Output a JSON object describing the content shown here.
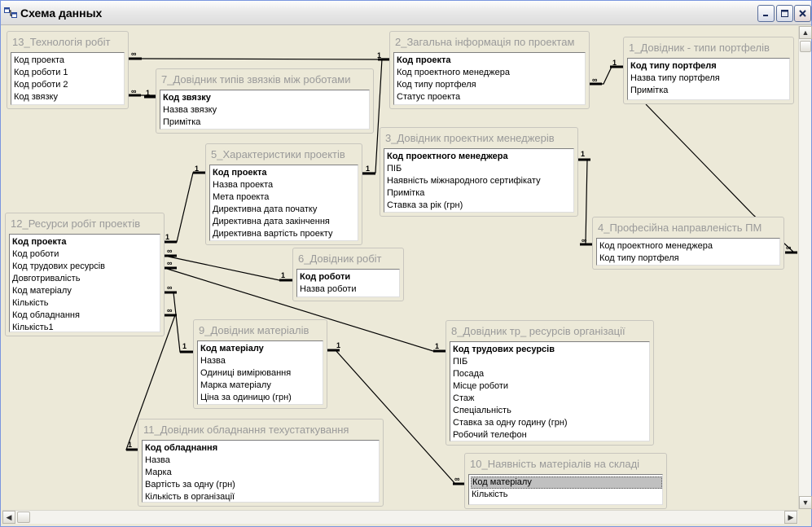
{
  "window": {
    "title": "Схема данных"
  },
  "tables": [
    {
      "id": "t13",
      "title": "13_Технологія робіт",
      "fields": [
        {
          "name": "Код проекта",
          "key": false
        },
        {
          "name": "Код роботи 1",
          "key": false
        },
        {
          "name": "Код роботи 2",
          "key": false
        },
        {
          "name": "Код звязку",
          "key": false
        }
      ]
    },
    {
      "id": "t2",
      "title": "2_Загальна інформація по проектам",
      "fields": [
        {
          "name": "Код проекта",
          "key": true
        },
        {
          "name": "Код проектного менеджера",
          "key": false
        },
        {
          "name": "Код типу портфеля",
          "key": false
        },
        {
          "name": "Статус проекта",
          "key": false
        }
      ]
    },
    {
      "id": "t1",
      "title": "1_Довідник - типи портфелів",
      "fields": [
        {
          "name": "Код типу портфеля",
          "key": true
        },
        {
          "name": "Назва типу портфеля",
          "key": false
        },
        {
          "name": "Примітка",
          "key": false
        }
      ]
    },
    {
      "id": "t7",
      "title": "7_Довідник типів звязків між роботами",
      "fields": [
        {
          "name": "Код звязку",
          "key": true
        },
        {
          "name": "Назва звязку",
          "key": false
        },
        {
          "name": "Примітка",
          "key": false
        }
      ]
    },
    {
      "id": "t3",
      "title": "3_Довідник проектних менеджерів",
      "fields": [
        {
          "name": "Код проектного менеджера",
          "key": true
        },
        {
          "name": "ПІБ",
          "key": false
        },
        {
          "name": "Наявність міжнародного сертифікату",
          "key": false
        },
        {
          "name": "Примітка",
          "key": false
        },
        {
          "name": "Ставка за рік (грн)",
          "key": false
        }
      ]
    },
    {
      "id": "t5",
      "title": "5_Характеристики проектів",
      "fields": [
        {
          "name": "Код проекта",
          "key": true
        },
        {
          "name": "Назва проекта",
          "key": false
        },
        {
          "name": "Мета проекта",
          "key": false
        },
        {
          "name": "Директивна дата початку",
          "key": false
        },
        {
          "name": "Директивна дата закінчення",
          "key": false
        },
        {
          "name": "Директивна вартість проекту",
          "key": false
        }
      ]
    },
    {
      "id": "t12",
      "title": "12_Ресурси робіт проектів",
      "fields": [
        {
          "name": "Код проекта",
          "key": true
        },
        {
          "name": "Код роботи",
          "key": false
        },
        {
          "name": "Код трудових ресурсів",
          "key": false
        },
        {
          "name": "Довготривалість",
          "key": false
        },
        {
          "name": "Код матеріалу",
          "key": false
        },
        {
          "name": "Кількість",
          "key": false
        },
        {
          "name": "Код обладнання",
          "key": false
        },
        {
          "name": "Кількість1",
          "key": false
        }
      ]
    },
    {
      "id": "t4",
      "title": "4_Професійна направленість ПМ",
      "fields": [
        {
          "name": "Код проектного менеджера",
          "key": false
        },
        {
          "name": "Код типу портфеля",
          "key": false
        }
      ]
    },
    {
      "id": "t6",
      "title": "6_Довідник робіт",
      "fields": [
        {
          "name": "Код роботи",
          "key": true
        },
        {
          "name": "Назва роботи",
          "key": false
        }
      ]
    },
    {
      "id": "t9",
      "title": "9_Довідник матеріалів",
      "fields": [
        {
          "name": "Код матеріалу",
          "key": true
        },
        {
          "name": "Назва",
          "key": false
        },
        {
          "name": "Одиниці вимірювання",
          "key": false
        },
        {
          "name": "Марка матеріалу",
          "key": false
        },
        {
          "name": "Ціна за одиницю (грн)",
          "key": false
        }
      ]
    },
    {
      "id": "t8",
      "title": "8_Довідник тр_ ресурсів організації",
      "fields": [
        {
          "name": "Код трудових ресурсів",
          "key": true
        },
        {
          "name": "ПІБ",
          "key": false
        },
        {
          "name": "Посада",
          "key": false
        },
        {
          "name": "Місце роботи",
          "key": false
        },
        {
          "name": "Стаж",
          "key": false
        },
        {
          "name": "Спеціальність",
          "key": false
        },
        {
          "name": "Ставка за одну годину (грн)",
          "key": false
        },
        {
          "name": "Робочий телефон",
          "key": false
        }
      ]
    },
    {
      "id": "t11",
      "title": "11_Довідник обладнання техустаткування",
      "fields": [
        {
          "name": "Код обладнання",
          "key": true
        },
        {
          "name": "Назва",
          "key": false
        },
        {
          "name": "Марка",
          "key": false
        },
        {
          "name": "Вартість за одну (грн)",
          "key": false
        },
        {
          "name": "Кількість в організації",
          "key": false
        }
      ]
    },
    {
      "id": "t10",
      "title": "10_Наявність матеріалів на складі",
      "fields": [
        {
          "name": "Код матеріалу",
          "key": false,
          "selected": true
        },
        {
          "name": "Кількість",
          "key": false
        }
      ]
    }
  ],
  "relationships": [
    {
      "from": "13_Технологія робіт",
      "to": "2_Загальна інформація по проектам",
      "many_label": "∞",
      "one_label": "1"
    },
    {
      "from": "13_Технологія робіт",
      "to": "7_Довідник типів звязків між роботами",
      "many_label": "∞",
      "one_label": "1"
    },
    {
      "from": "2_Загальна інформація по проектам",
      "to": "1_Довідник - типи портфелів",
      "many_label": "∞",
      "one_label": "1"
    },
    {
      "from": "2_Загальна інформація по проектам",
      "to": "5_Характеристики проектів",
      "many_label": "1",
      "one_label": "1"
    },
    {
      "from": "12_Ресурси робіт проектів",
      "to": "5_Характеристики проектів",
      "many_label": "1",
      "one_label": "1"
    },
    {
      "from": "12_Ресурси робіт проектів",
      "to": "6_Довідник робіт",
      "many_label": "∞",
      "one_label": "1"
    },
    {
      "from": "12_Ресурси робіт проектів",
      "to": "8_Довідник тр_ ресурсів організації",
      "many_label": "∞",
      "one_label": "1"
    },
    {
      "from": "12_Ресурси робіт проектів",
      "to": "9_Довідник матеріалів",
      "many_label": "∞",
      "one_label": "1"
    },
    {
      "from": "12_Ресурси робіт проектів",
      "to": "11_Довідник обладнання техустаткування",
      "many_label": "∞",
      "one_label": "1"
    },
    {
      "from": "3_Довідник проектних менеджерів",
      "to": "4_Професійна направленість ПМ",
      "many_label": "∞",
      "one_label": "1"
    },
    {
      "from": "1_Довідник - типи портфелів",
      "to": "4_Професійна направленість ПМ",
      "many_label": "∞",
      "one_label": ""
    },
    {
      "from": "9_Довідник матеріалів",
      "to": "10_Наявність матеріалів на складі",
      "many_label": "∞",
      "one_label": "1"
    }
  ]
}
